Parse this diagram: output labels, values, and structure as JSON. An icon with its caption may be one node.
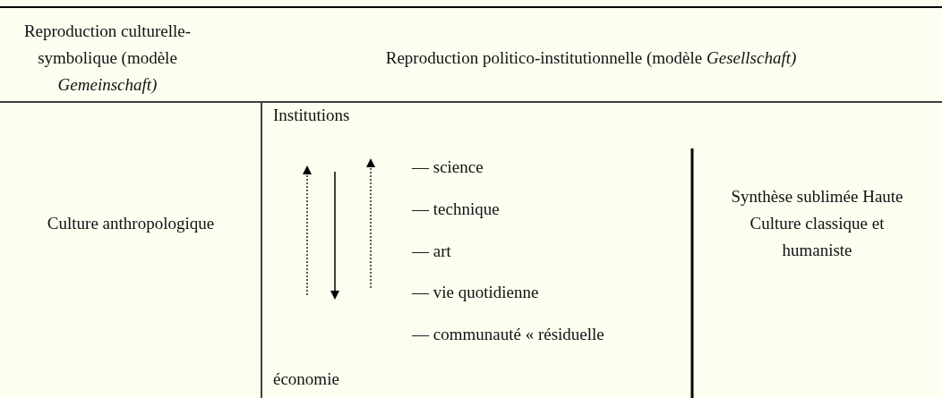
{
  "diagram": {
    "labels": [
      "Reproduction culturelle-symbolique (modèle *Gemeinschaft)*",
      "Reproduction politico-institutionnelle (modèle *Gesellschaft)*",
      "Culture anthropologique",
      "Institutions",
      "— science",
      "— technique",
      "— art",
      "— vie quotidienne",
      "— communauté « résiduelle",
      "économie",
      "Synthèse sublimée Haute Culture classique et humaniste"
    ]
  }
}
